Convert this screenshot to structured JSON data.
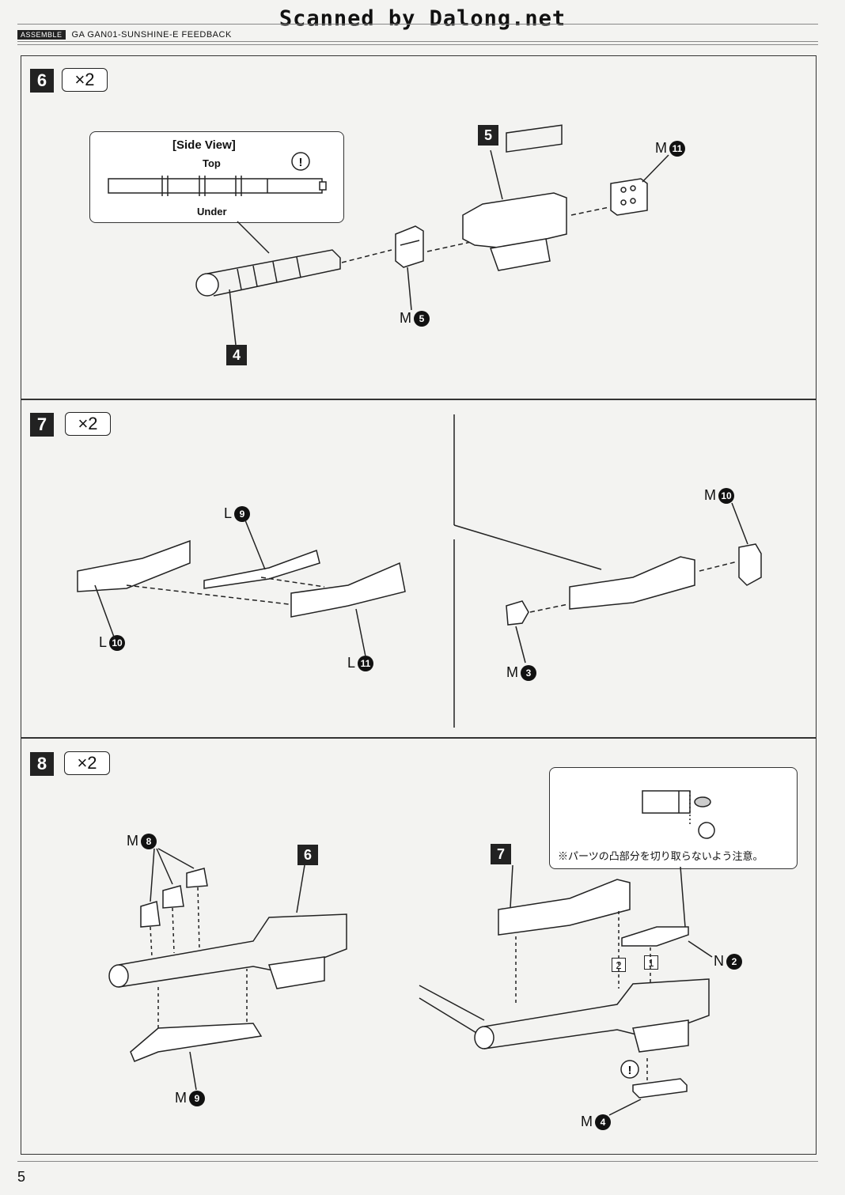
{
  "scan_banner": "Scanned by Dalong.net",
  "header": {
    "tag": "ASSEMBLE",
    "title": "GA GAN01-SUNSHINE-E FEEDBACK"
  },
  "steps": [
    {
      "number": "6",
      "multiplier": "×2",
      "callout": {
        "title": "[Side View]",
        "top": "Top",
        "under": "Under"
      },
      "parts": {
        "part4": "4",
        "part5": "5",
        "m11_letter": "M",
        "m11_num": "11",
        "m5_letter": "M",
        "m5_num": "5"
      }
    },
    {
      "number": "7",
      "multiplier": "×2",
      "parts": {
        "l9_letter": "L",
        "l9_num": "9",
        "l10_letter": "L",
        "l10_num": "10",
        "l11_letter": "L",
        "l11_num": "11",
        "m10_letter": "M",
        "m10_num": "10",
        "m3_letter": "M",
        "m3_num": "3"
      }
    },
    {
      "number": "8",
      "multiplier": "×2",
      "parts": {
        "m8_letter": "M",
        "m8_num": "8",
        "part6": "6",
        "m9_letter": "M",
        "m9_num": "9",
        "part7": "7",
        "n2_letter": "N",
        "n2_num": "2",
        "m4_letter": "M",
        "m4_num": "4",
        "order1": "1",
        "order2": "2"
      },
      "note": "※パーツの凸部分を切り取らないよう注意。"
    }
  ],
  "page_number": "5"
}
